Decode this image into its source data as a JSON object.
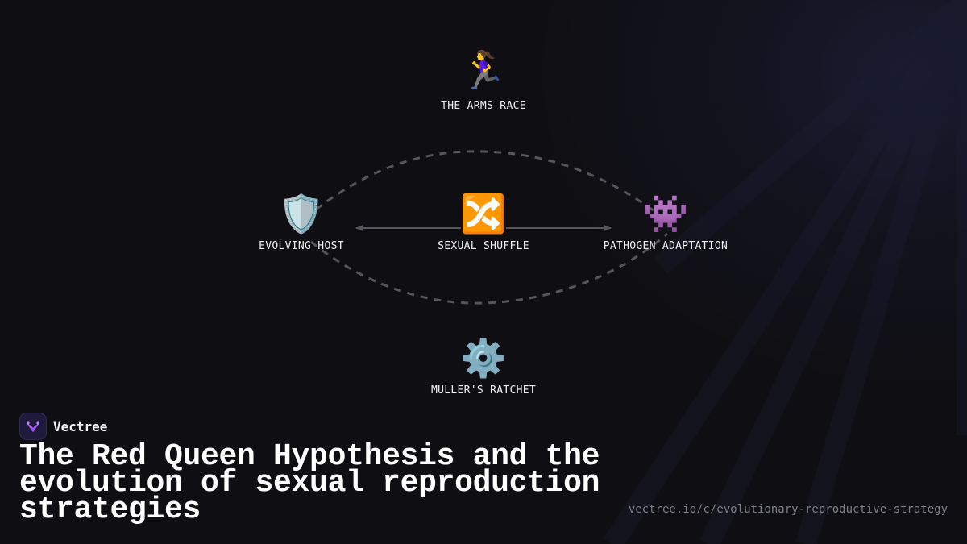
{
  "diagram": {
    "nodes": {
      "top": {
        "icon": "🏃‍♀️",
        "icon_name": "running-woman-icon",
        "label": "THE ARMS RACE"
      },
      "left": {
        "icon": "🛡️",
        "icon_name": "shield-icon",
        "label": "EVOLVING HOST"
      },
      "center": {
        "icon": "🔀",
        "icon_name": "shuffle-icon",
        "label": "SEXUAL SHUFFLE"
      },
      "right": {
        "icon": "👾",
        "icon_name": "alien-monster-icon",
        "label": "PATHOGEN ADAPTATION"
      },
      "bottom": {
        "icon": "⚙️",
        "icon_name": "gear-icon",
        "label": "MULLER'S RATCHET"
      }
    },
    "connector_color": "#55565c"
  },
  "brand": {
    "name": "Vectree",
    "logo_color": "#a855f7"
  },
  "title": "The Red Queen Hypothesis and the evolution of sexual reproduction strategies",
  "url": "vectree.io/c/evolutionary-reproductive-strategy"
}
